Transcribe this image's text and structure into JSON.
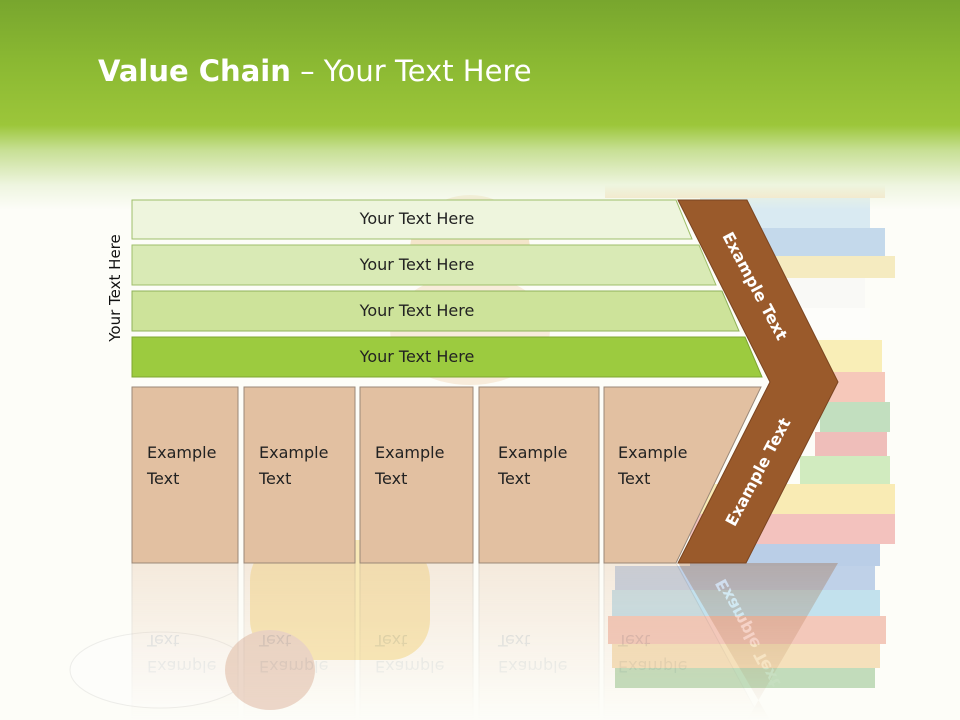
{
  "title": {
    "bold": "Value Chain",
    "rest": " – Your Text Here"
  },
  "side_label": "Your Text Here",
  "bars": [
    {
      "label": "Your Text Here"
    },
    {
      "label": "Your Text Here"
    },
    {
      "label": "Your Text Here"
    },
    {
      "label": "Your Text Here"
    }
  ],
  "boxes": [
    {
      "line1": "Example",
      "line2": "Text"
    },
    {
      "line1": "Example",
      "line2": "Text"
    },
    {
      "line1": "Example",
      "line2": "Text"
    },
    {
      "line1": "Example",
      "line2": "Text"
    },
    {
      "line1": "Example",
      "line2": "Text"
    }
  ],
  "chevron": {
    "upper": "Example Text",
    "lower": "Example Text"
  },
  "colors": {
    "header_green": "#8ab832",
    "bar_light": "#eef5dd",
    "bar_mid": "#d9eab5",
    "bar_strong": "#cde39a",
    "bar_dark": "#9ccb3f",
    "box_fill": "#e2c0a1",
    "box_stroke": "#9a8878",
    "chevron": "#9a5a2b"
  }
}
